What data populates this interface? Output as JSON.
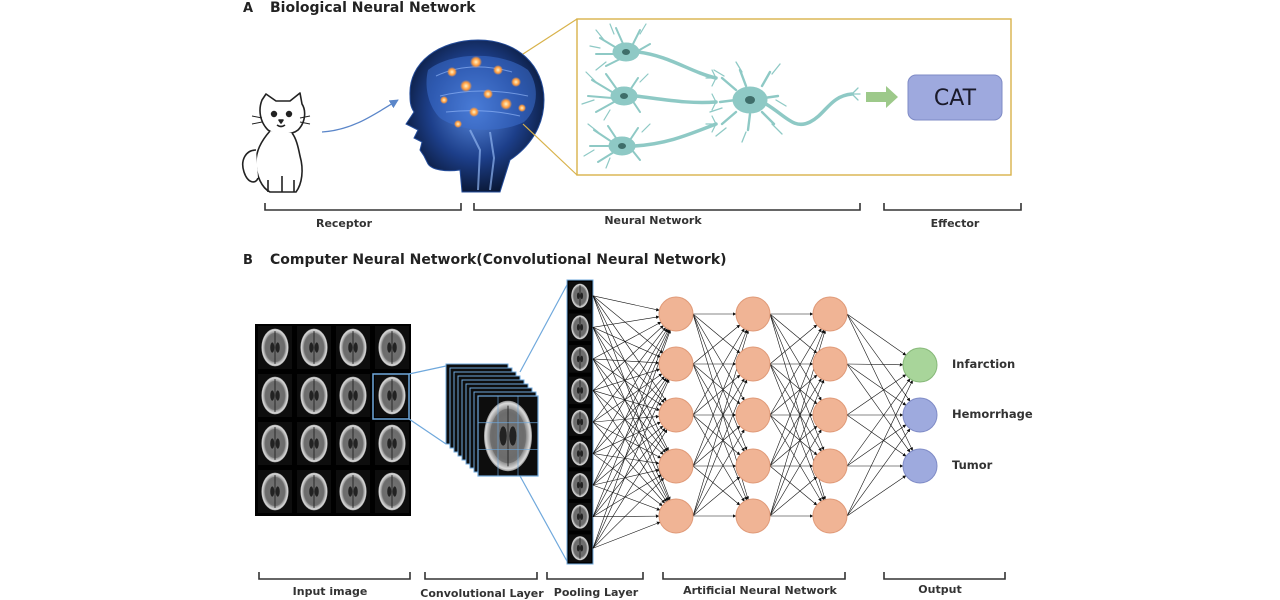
{
  "panel_a": {
    "letter": "A",
    "title": "Biological Neural Network",
    "output_label": "CAT",
    "brackets": [
      "Receptor",
      "Neural Network",
      "Effector"
    ]
  },
  "panel_b": {
    "letter": "B",
    "title": "Computer Neural Network(Convolutional Neural Network)",
    "outputs": [
      "Infarction",
      "Hemorrhage",
      "Tumor"
    ],
    "brackets": [
      "Input image",
      "Convolutional Layer",
      "Pooling Layer",
      "Artificial Neural Network",
      "Output"
    ]
  },
  "colors": {
    "neuron": "#8ec9c5",
    "neuron_core": "#3f6e6a",
    "box_border": "#d8b24a",
    "cat_box": "#9ea9de",
    "arrow_green": "#9dc98a",
    "node_hidden": "#f0b495",
    "out_infarction": "#a8d59a",
    "out_other": "#9eaade"
  },
  "network": {
    "inputs": 9,
    "hidden_layers": [
      5,
      5,
      5
    ],
    "outputs": 3
  }
}
